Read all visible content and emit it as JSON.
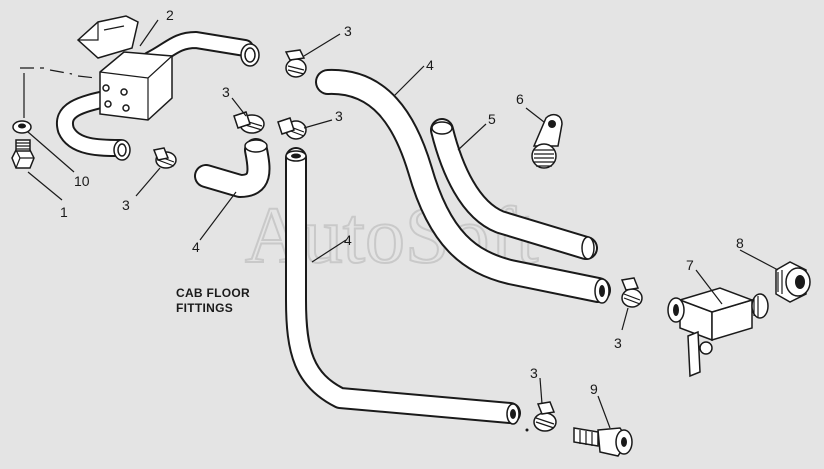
{
  "watermark": "AutoSoft",
  "caption": {
    "line1": "CAB FLOOR",
    "line2": "FITTINGS"
  },
  "callouts": {
    "c1": "1",
    "c2": "2",
    "c3a": "3",
    "c3b": "3",
    "c3c": "3",
    "c3d": "3",
    "c3e": "3",
    "c3f": "3",
    "c4a": "4",
    "c4b": "4",
    "c4c": "4",
    "c5": "5",
    "c6": "6",
    "c7": "7",
    "c8": "8",
    "c9": "9",
    "c10": "10"
  },
  "colors": {
    "background": "#e4e4e4",
    "ink": "#1a1a1a",
    "watermark": "#c9c9c9"
  }
}
